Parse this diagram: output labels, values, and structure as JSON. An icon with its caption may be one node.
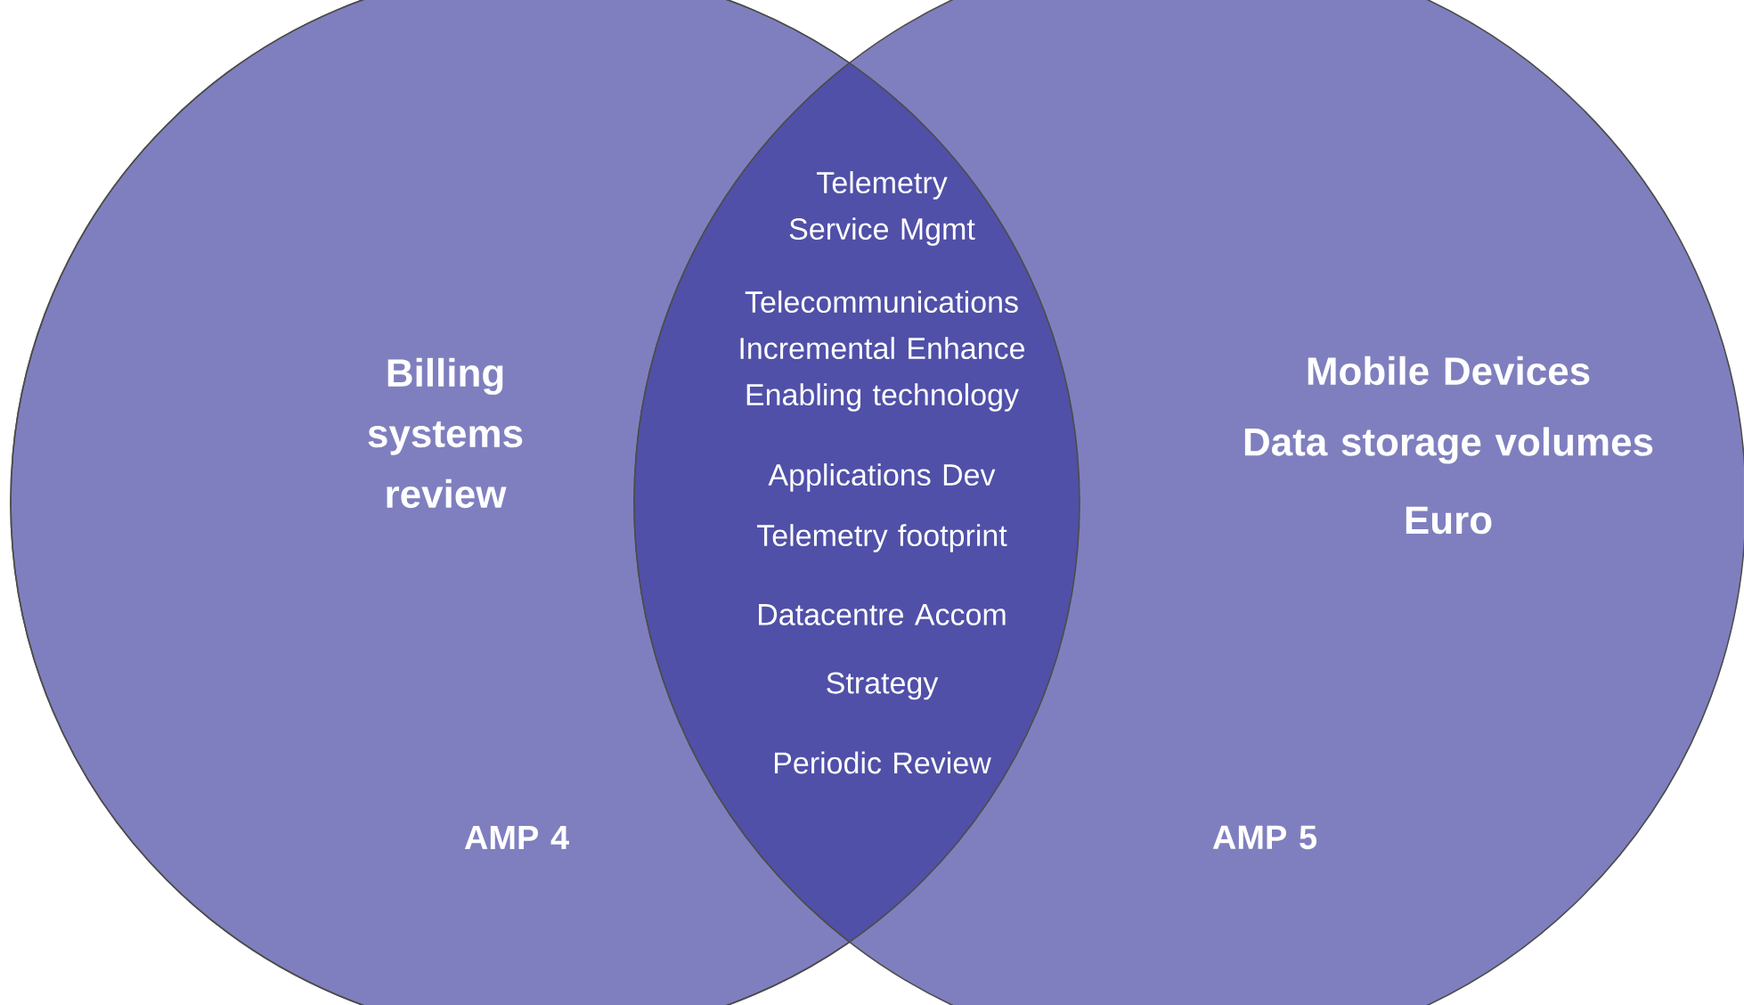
{
  "diagram": {
    "nodes": [
      {
        "text": [
          "Billing systems review",
          "AMP 4"
        ]
      },
      {
        "text": [
          "Mobile Devices",
          "Data storage volumes",
          "Euro",
          "AMP 5"
        ]
      },
      {
        "text": [
          "Telemetry Service Mgmt",
          "Telecommunications Incremental Enhance Enabling technology",
          "Applications Dev",
          "Telemetry footprint",
          "Datacentre Accom",
          "Strategy",
          "Periodic Review"
        ]
      }
    ]
  }
}
